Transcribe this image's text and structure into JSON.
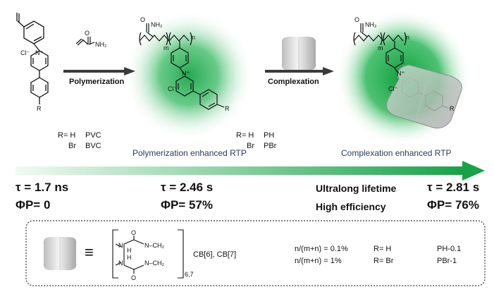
{
  "monomer": {
    "cl": "Cl⁻",
    "n_plus": "N⁺",
    "r": "R",
    "r_h_label": "R= H",
    "r_h_name": "PVC",
    "r_br_label": "Br",
    "r_br_name": "BVC"
  },
  "acrylamide": {
    "nh2": "NH₂",
    "o": "O"
  },
  "polymer": {
    "o": "O",
    "nh2": "NH₂",
    "m": "m",
    "n": "n",
    "cl": "Cl⁻",
    "n_plus": "N⁺",
    "r": "R",
    "r_h_label": "R= H",
    "r_h_name": "PH",
    "r_br_label": "Br",
    "r_br_name": "PBr"
  },
  "complex": {
    "o": "O",
    "nh2": "NH₂",
    "m": "m",
    "n": "n",
    "cl": "Cl⁻",
    "n_plus": "N⁺",
    "r": "R"
  },
  "arrows": {
    "polymerization": "Polymerization",
    "complexation": "Complexation"
  },
  "captions": {
    "polymerization_rtp": "Polymerization enhanced RTP",
    "complexation_rtp": "Complexation enhanced RTP"
  },
  "stages": {
    "monomer_tau": "τ = 1.7 ns",
    "monomer_phi": "ΦP= 0",
    "polymer_tau": "τ = 2.46 s",
    "polymer_phi": "ΦP= 57%",
    "complex_tau": "τ = 2.81 s",
    "complex_phi": "ΦP= 76%",
    "feature_1": "Ultralong lifetime",
    "feature_2": "High efficiency"
  },
  "legend": {
    "equiv": "≡",
    "cb_names": "CB[6], CB[7]",
    "cb_sub": "6,7",
    "ch2": "N–CH₂",
    "o": "O",
    "n": "N",
    "h": "H",
    "ratio_1": "n/(m+n) = 0.1%",
    "r_1": "R= H",
    "name_1": "PH-0.1",
    "ratio_2": "n/(m+n) = 1%",
    "r_2": "R= Br",
    "name_2": "PBr-1"
  },
  "colors": {
    "glow": "#2fb75a",
    "arrow": "#3a3a3a",
    "gradient_start": "#e8f7ec",
    "gradient_end": "#1fa64a"
  }
}
